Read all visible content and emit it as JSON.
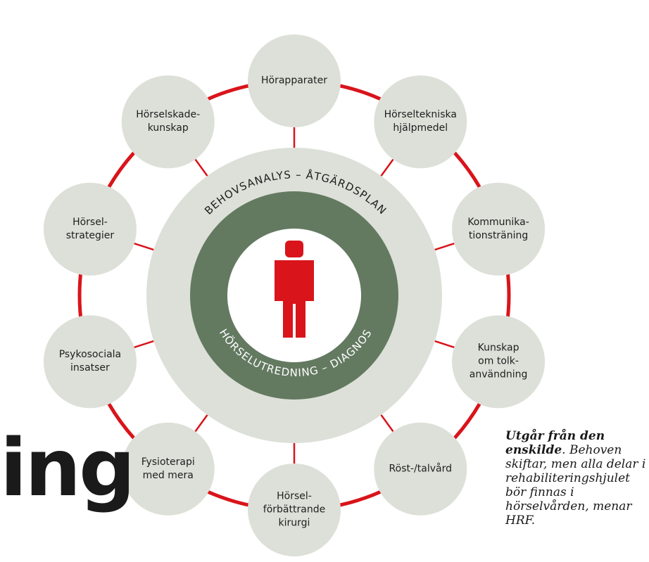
{
  "center": {
    "outer_ring_text": "BEHOVSANALYS – ÅTGÄRDSPLAN",
    "inner_ring_text": "HÖRSELUTREDNING – DIAGNOS"
  },
  "nodes": [
    {
      "label": "Hörapparater"
    },
    {
      "label": "Hörseltekniska\nhjälpmedel"
    },
    {
      "label": "Kommunika-\ntionsträning"
    },
    {
      "label": "Kunskap\nom tolk-\nanvändning"
    },
    {
      "label": "Röst-/talvård"
    },
    {
      "label": "Hörsel-\nförbättrande\nkirurgi"
    },
    {
      "label": "Fysioterapi\nmed mera"
    },
    {
      "label": "Psykosociala\ninsatser"
    },
    {
      "label": "Hörsel-\nstrategier"
    },
    {
      "label": "Hörselskade-\nkunskap"
    }
  ],
  "heading_fragment": "ing",
  "caption": {
    "bold": "Utgår från den enskilde",
    "text": ". Behoven skiftar, men alla de­lar i rehabiliterings­hjulet bör finnas i hörselvården, menar HRF."
  },
  "colors": {
    "node_fill": "#dde0d8",
    "ring_green": "#637a61",
    "accent_red": "#d9141b",
    "spoke_red": "#d9141b"
  },
  "icons": {
    "person": "person-icon"
  }
}
